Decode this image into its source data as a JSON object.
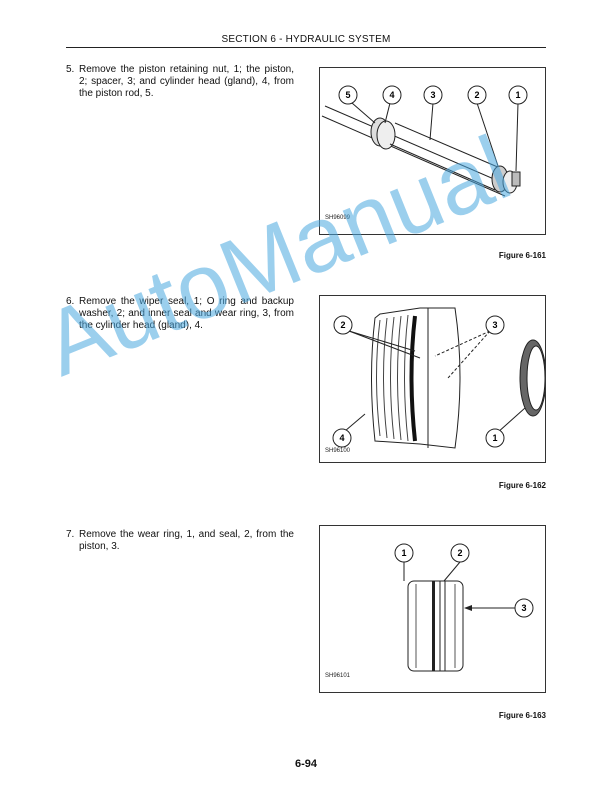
{
  "header": {
    "section_title": "SECTION 6 - HYDRAULIC SYSTEM"
  },
  "steps": [
    {
      "number": "5.",
      "text": "Remove the piston retaining nut, 1; the piston, 2; spacer, 3; and cylinder head (gland), 4, from the piston rod, 5."
    },
    {
      "number": "6.",
      "text": "Remove the wiper seal, 1; O ring and backup washer, 2; and inner seal and wear ring, 3, from the cylinder head (gland), 4."
    },
    {
      "number": "7.",
      "text": "Remove the wear ring, 1, and seal, 2, from the piston, 3."
    }
  ],
  "figures": [
    {
      "code": "SH96099",
      "caption": "Figure 6-161",
      "callouts": [
        "5",
        "4",
        "3",
        "2",
        "1"
      ]
    },
    {
      "code": "SH96100",
      "caption": "Figure 6-162",
      "callouts": [
        "2",
        "3",
        "4",
        "1"
      ]
    },
    {
      "code": "SH96101",
      "caption": "Figure 6-163",
      "callouts": [
        "1",
        "2",
        "3"
      ]
    }
  ],
  "page_number": "6-94",
  "watermark": "AutoManual",
  "colors": {
    "watermark": "#4aa8e0"
  }
}
